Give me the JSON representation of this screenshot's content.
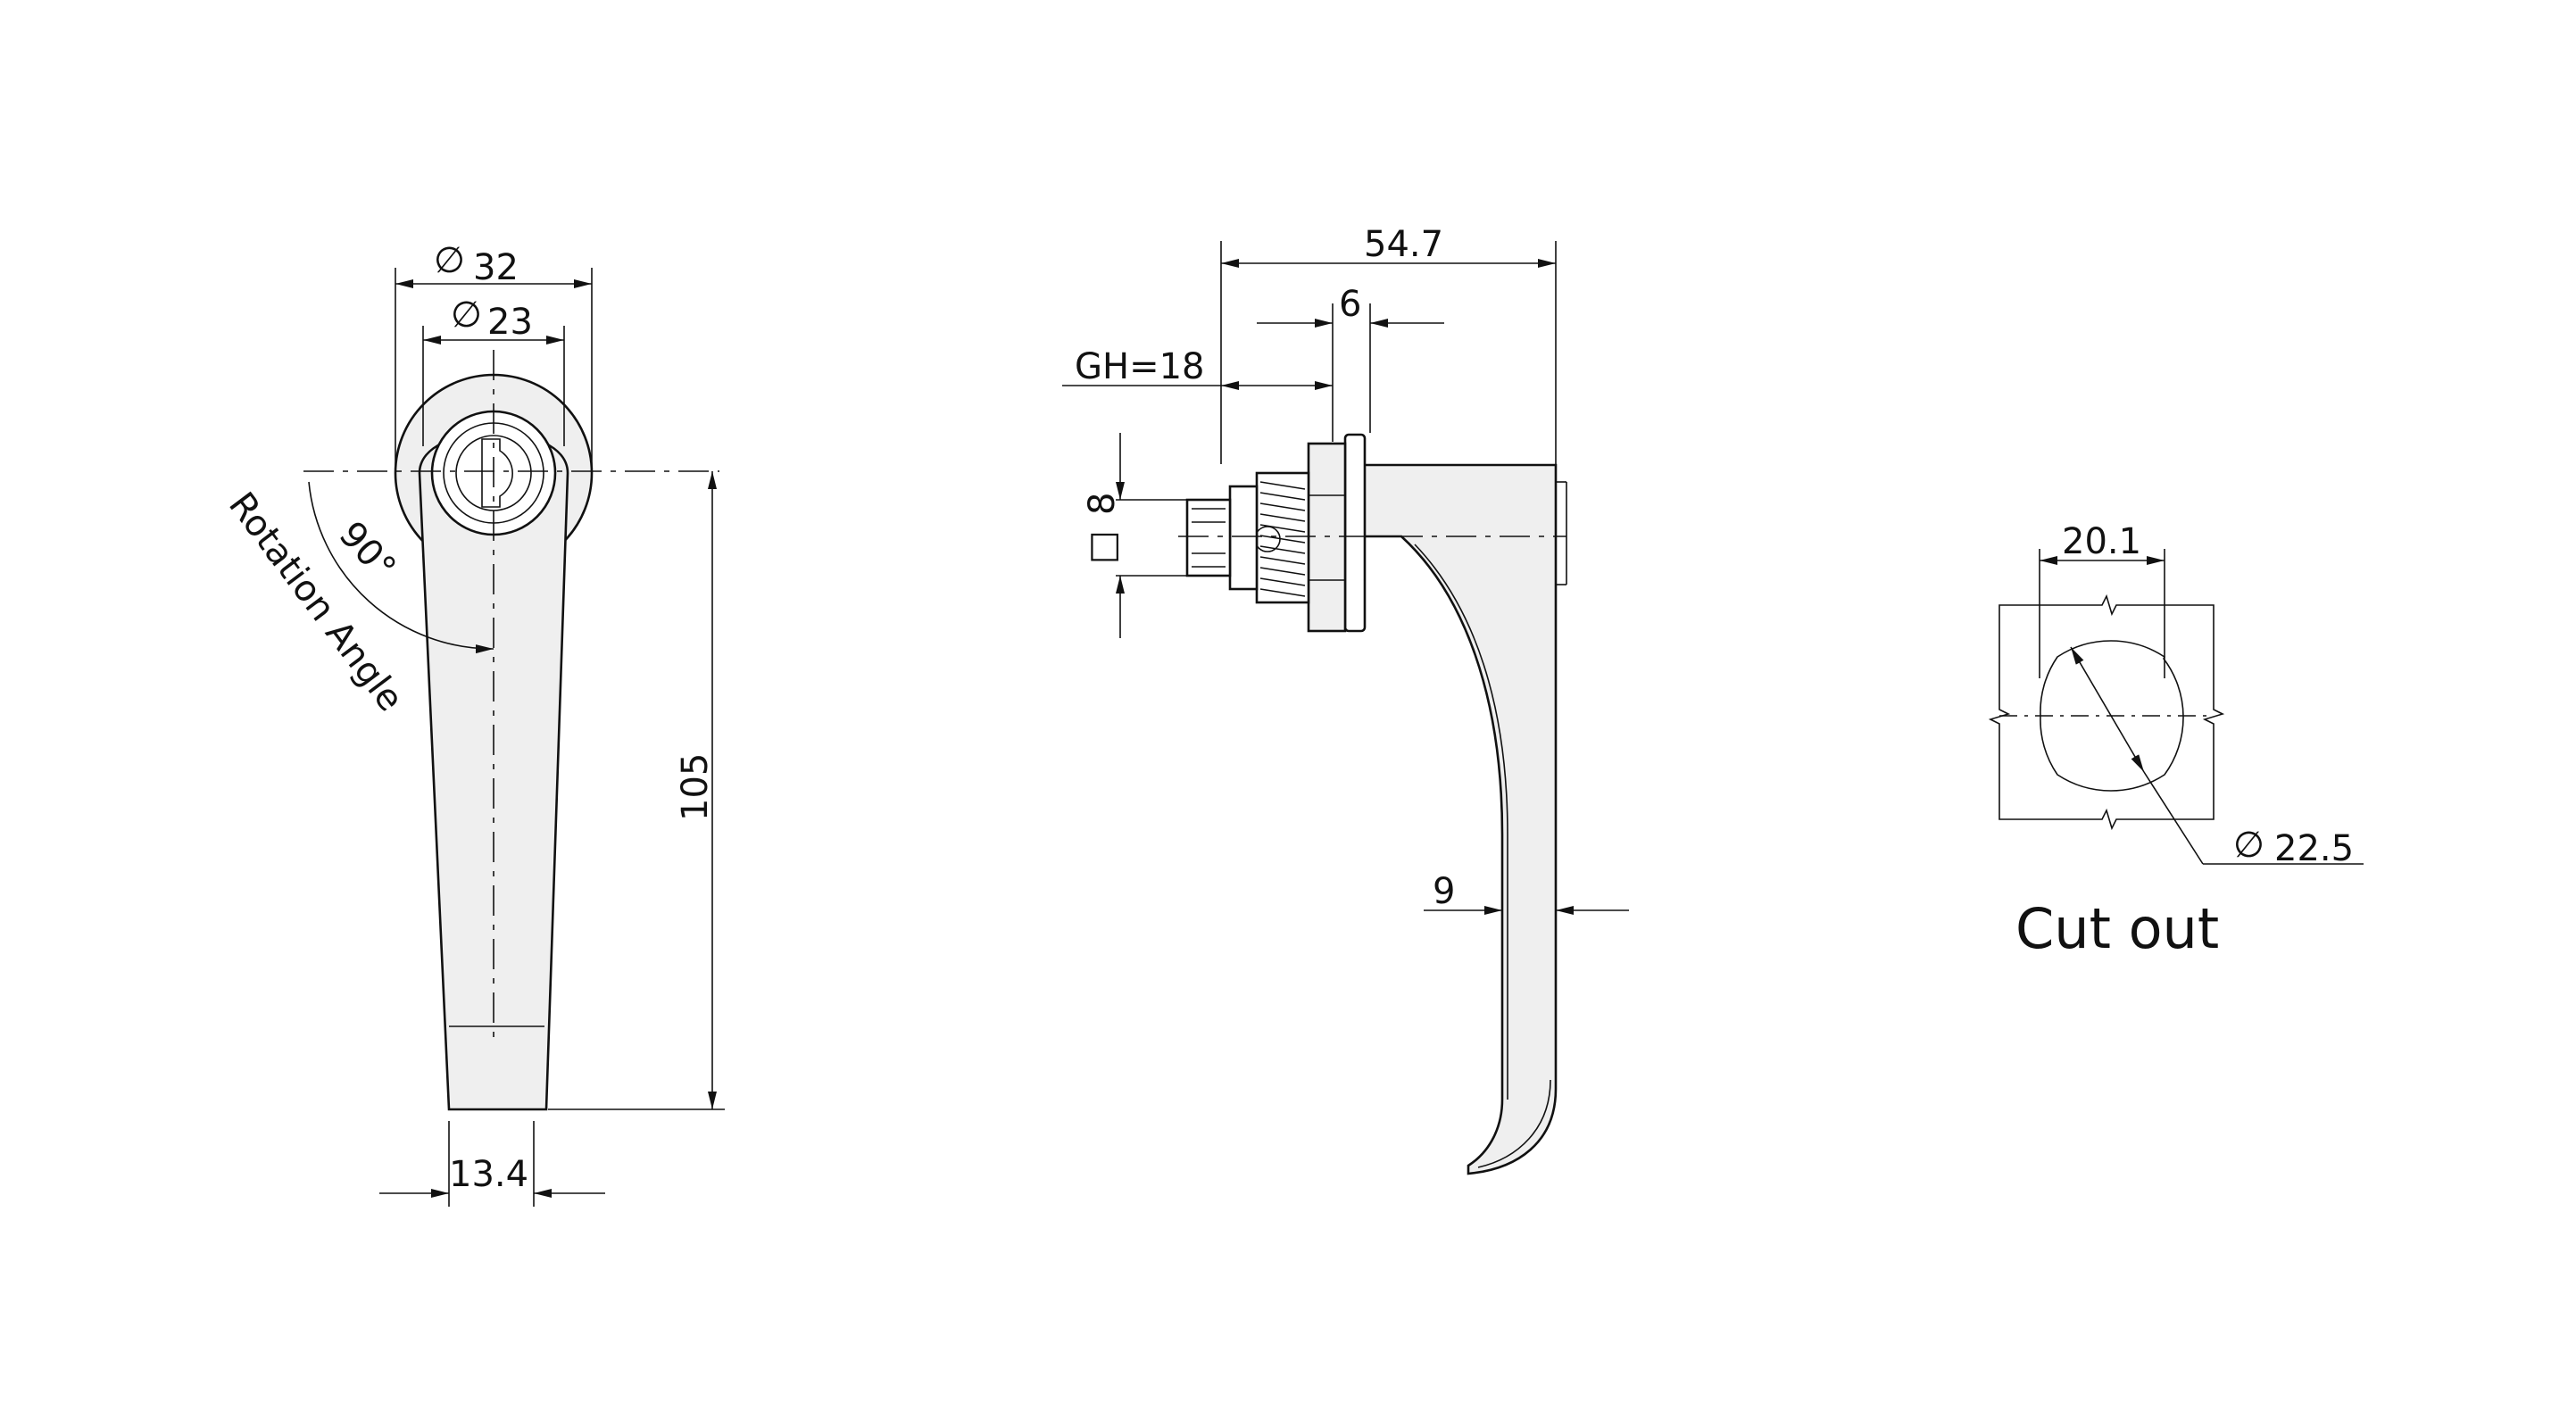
{
  "front_view": {
    "dia_outer": "32",
    "dia_inner": "23",
    "angle": "90°",
    "rotation_label": "Rotation Angle",
    "height": "105",
    "bottom_width": "13.4"
  },
  "side_view": {
    "length": "54.7",
    "offset": "6",
    "grip": "GH=18",
    "square": "8",
    "handle_width": "9"
  },
  "cutout": {
    "width": "20.1",
    "diameter": "22.5",
    "label": "Cut out"
  },
  "symbols": {
    "diameter": "∅",
    "square": "□"
  }
}
